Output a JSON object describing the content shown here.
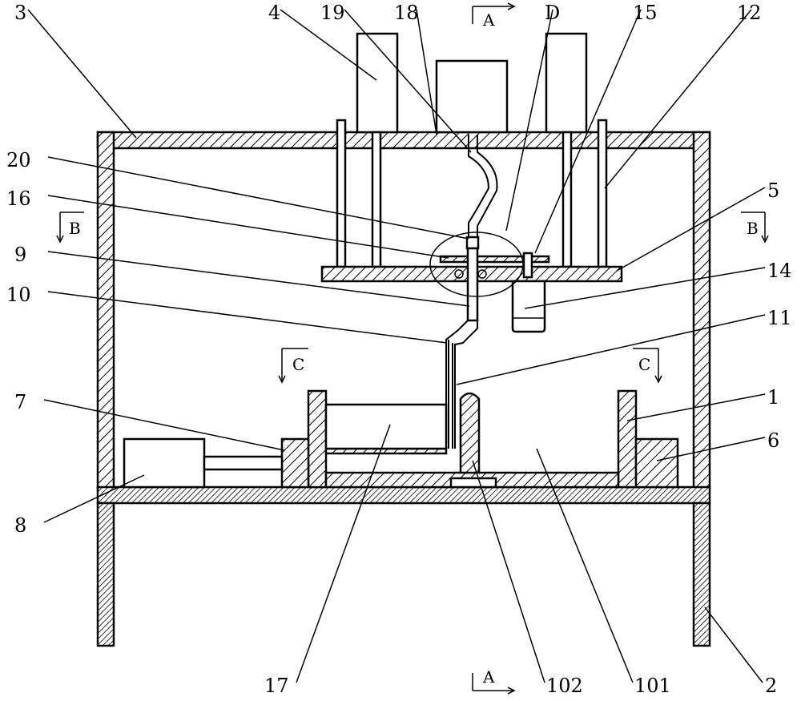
{
  "labels": {
    "l1": "1",
    "l2": "2",
    "l3": "3",
    "l4": "4",
    "l5": "5",
    "l6": "6",
    "l7": "7",
    "l8": "8",
    "l9": "9",
    "l10": "10",
    "l11": "11",
    "l12": "12",
    "l14": "14",
    "l15": "15",
    "l16": "16",
    "l17": "17",
    "l18": "18",
    "l19": "19",
    "l20": "20",
    "l101": "101",
    "l102": "102",
    "lD": "D"
  },
  "sections": {
    "a_top": "A",
    "a_bottom": "A",
    "b_left": "B",
    "b_right": "B",
    "c_left": "C",
    "c_right": "C"
  }
}
